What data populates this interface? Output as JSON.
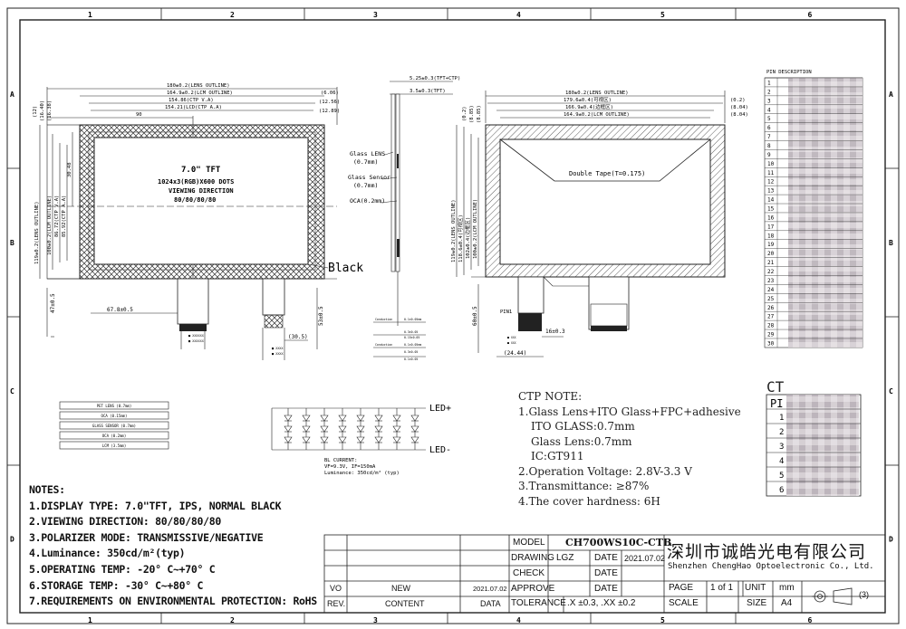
{
  "grid": {
    "columns": [
      "1",
      "2",
      "3",
      "4",
      "5",
      "6"
    ],
    "rows": [
      "A",
      "B",
      "C",
      "D"
    ]
  },
  "front_view": {
    "dims_top": [
      "180±0.2(LENS OUTLINE)",
      "164.9±0.2(LCM OUTLINE)",
      "154.86(CTP V.A)",
      "154.21(LCD(CTP A.A)"
    ],
    "dims_right": [
      "(6.06)",
      "(12.56)",
      "(12.89)"
    ],
    "dim_90": "90",
    "dims_left": [
      "(12)",
      "(16.40)",
      "(16.38)"
    ],
    "dims_left_vertical": [
      "119±0.2(LENS OUTLINE)",
      "100±0.2(LCM OUTLINE)",
      "86.72(CTP V.A)",
      "85.92(CTP A.A)"
    ],
    "dim_30": "30.48",
    "panel_text": [
      "7.0\" TFT",
      "1024x3(RGB)X600 DOTS",
      "VIEWING DIRECTION",
      "80/80/80/80"
    ],
    "black_label": "Black",
    "dim_67": "67.8±0.5",
    "dim_47": "47±0.5",
    "dim_53": "53±0.5",
    "dim_30_5": "(30.5)"
  },
  "side_view": {
    "dim_top1": "5.25±0.3(TFT+CTP)",
    "dim_top2": "3.5±0.3(TFT)",
    "labels": [
      "Glass LENS",
      "(0.7mm)",
      "Glass Sensor",
      "(0.7mm)",
      "OCA(0.2mm)"
    ]
  },
  "ctp_view": {
    "dims_top": [
      "180±0.2(LENS OUTLINE)",
      "179.6±0.4(可视区)",
      "166.9±0.4(边框区)",
      "164.9±0.2(LCM OUTLINE)"
    ],
    "dims_right": [
      "(0.2)",
      "(8.04)",
      "(8.04)"
    ],
    "dims_left": [
      "(0.2)",
      "(8.85)",
      "(8.85)"
    ],
    "dims_left_vertical": [
      "119±0.2(LENS OUTLINE)",
      "118.6±0.4(可视区)",
      "102±0.4(边框区)",
      "100±0.2(LCM OUTLINE)"
    ],
    "tape_label": "Double Tape(T=0.175)",
    "dim_60": "60±0.5",
    "dim_16": "16±0.3",
    "dim_24": "(24.44)",
    "pin1": "PIN1"
  },
  "stack_layers": [
    "PET LENS (0.7mm)",
    "OCA (0.15mm)",
    "GLASS SENSOR (0.7mm)",
    "OCA (0.2mm)",
    "LCM (3.5mm)"
  ],
  "led": {
    "plus": "LED+",
    "minus": "LED-",
    "bl_current": "BL CURRENT:",
    "vf": "VF=9.3V, IF=150mA",
    "lum": "Luminance: 350cd/m² (typ)"
  },
  "pin_description": {
    "title": "PIN DESCRIPTION",
    "pins": [
      "1",
      "2",
      "3",
      "4",
      "5",
      "6",
      "7",
      "8",
      "9",
      "10",
      "11",
      "12",
      "13",
      "14",
      "15",
      "16",
      "17",
      "18",
      "19",
      "20",
      "21",
      "22",
      "23",
      "24",
      "25",
      "26",
      "27",
      "28",
      "29",
      "30"
    ]
  },
  "ctp_pin": {
    "title": "CT",
    "header": "PI",
    "pins": [
      "1",
      "2",
      "3",
      "4",
      "5",
      "6"
    ]
  },
  "notes": {
    "heading": "NOTES:",
    "items": [
      "1.DISPLAY TYPE:  7.0\"TFT, IPS, NORMAL BLACK",
      "2.VIEWING DIRECTION: 80/80/80/80",
      "3.POLARIZER MODE: TRANSMISSIVE/NEGATIVE",
      "4.Luminance: 350cd/m²(typ)",
      "5.OPERATING TEMP: -20° C~+70° C",
      "6.STORAGE TEMP: -30° C~+80° C",
      "7.REQUIREMENTS ON ENVIRONMENTAL PROTECTION: RoHS"
    ]
  },
  "ctp_note": {
    "heading": "CTP NOTE:",
    "line1": "1.Glass Lens+ITO Glass+FPC+adhesive",
    "line1a": "ITO GLASS:0.7mm",
    "line1b": "Glass Lens:0.7mm",
    "line1c": "IC:GT911",
    "line2": "2.Operation Voltage: 2.8V-3.3 V",
    "line3": "3.Transmittance: ≥87%",
    "line4": "4.The cover hardness: 6H"
  },
  "title_block": {
    "model_label": "MODEL",
    "model_value": "CH700WS10C-CTB",
    "drawing_label": "DRAWING",
    "drawing_value": "LGZ",
    "date_label": "DATE",
    "drawing_date": "2021.07.02",
    "check_label": "CHECK",
    "approve_label": "APPROVE",
    "company_cn": "深圳市诚皓光电有限公司",
    "company_en": "Shenzhen ChengHao Optoelectronic Co., Ltd.",
    "vo": "VO",
    "new": "NEW",
    "rev_date": "2021.07.02",
    "rev": "REV.",
    "content": "CONTENT",
    "data": "DATA",
    "tolerance_label": "TOLERANCE",
    "tolerance_value": ".X ±0.3, .XX ±0.2",
    "scale_label": "SCALE",
    "page_label": "PAGE",
    "page_value": "1 of 1",
    "unit_label": "UNIT",
    "unit_value": "mm",
    "size_label": "SIZE",
    "size_value": "A4",
    "sheet_no": "(3)"
  },
  "colors": {
    "line": "#222222",
    "hatch": "#444444",
    "blur": "#c9c2c7"
  }
}
